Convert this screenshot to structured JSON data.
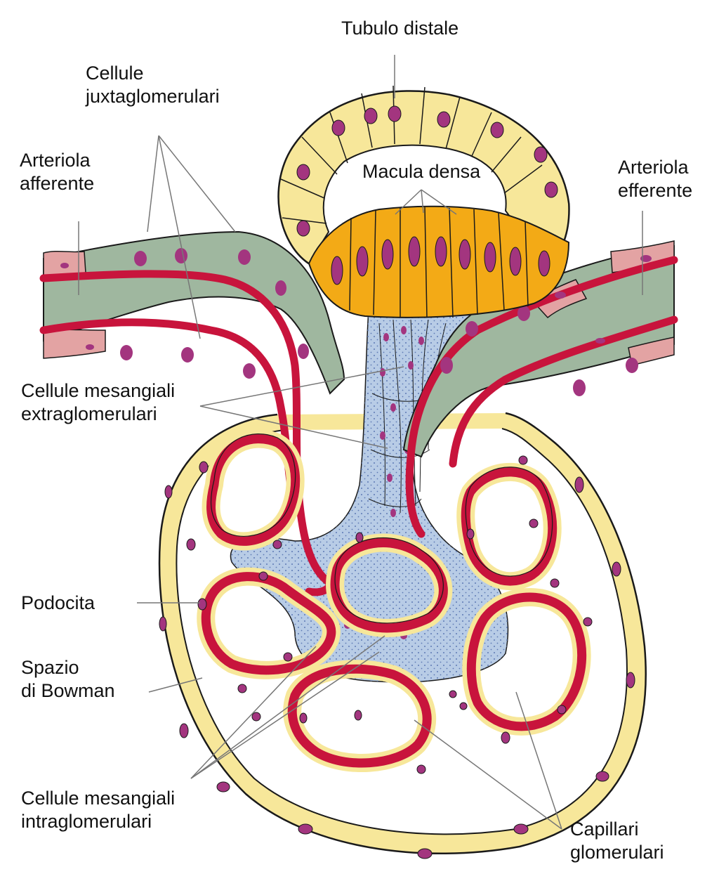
{
  "labels": {
    "tubulo_distale": "Tubulo distale",
    "cellule_juxta": [
      "Cellule",
      "juxtaglomerulari"
    ],
    "arteriola_afferente": [
      "Arteriola",
      "afferente"
    ],
    "macula_densa": "Macula densa",
    "arteriola_efferente": [
      "Arteriola",
      "efferente"
    ],
    "mesangiali_extra": [
      "Cellule mesangiali",
      "extraglomerulari"
    ],
    "podocita": "Podocita",
    "spazio_bowman": [
      "Spazio",
      "di Bowman"
    ],
    "mesangiali_intra": [
      "Cellule mesangiali",
      "intraglomerulari"
    ],
    "capillari": [
      "Capillari",
      "glomerulari"
    ]
  },
  "colors": {
    "background": "#ffffff",
    "epithelium_yellow": "#f7e79a",
    "macula_orange": "#f3aa16",
    "juxtaglomerular_green": "#9fb79f",
    "endothelium_red": "#c8143c",
    "nucleus_purple": "#a3357f",
    "mesangium_blue": "#b8cce6",
    "smooth_muscle_pink": "#e3a3a3",
    "outline": "#1a1a1a"
  }
}
